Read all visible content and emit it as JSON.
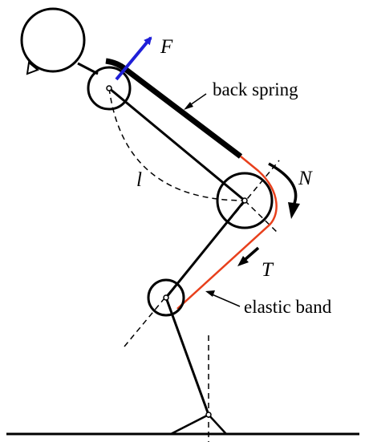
{
  "labels": {
    "back_spring": "back spring",
    "elastic_band": "elastic band",
    "force": "F",
    "knee_torque": "N",
    "band_tension": "T",
    "length": "l"
  },
  "colors": {
    "structure": "#000000",
    "elastic_band": "#e8401c",
    "force_arrow": "#1f1fd8",
    "background": "#ffffff"
  }
}
